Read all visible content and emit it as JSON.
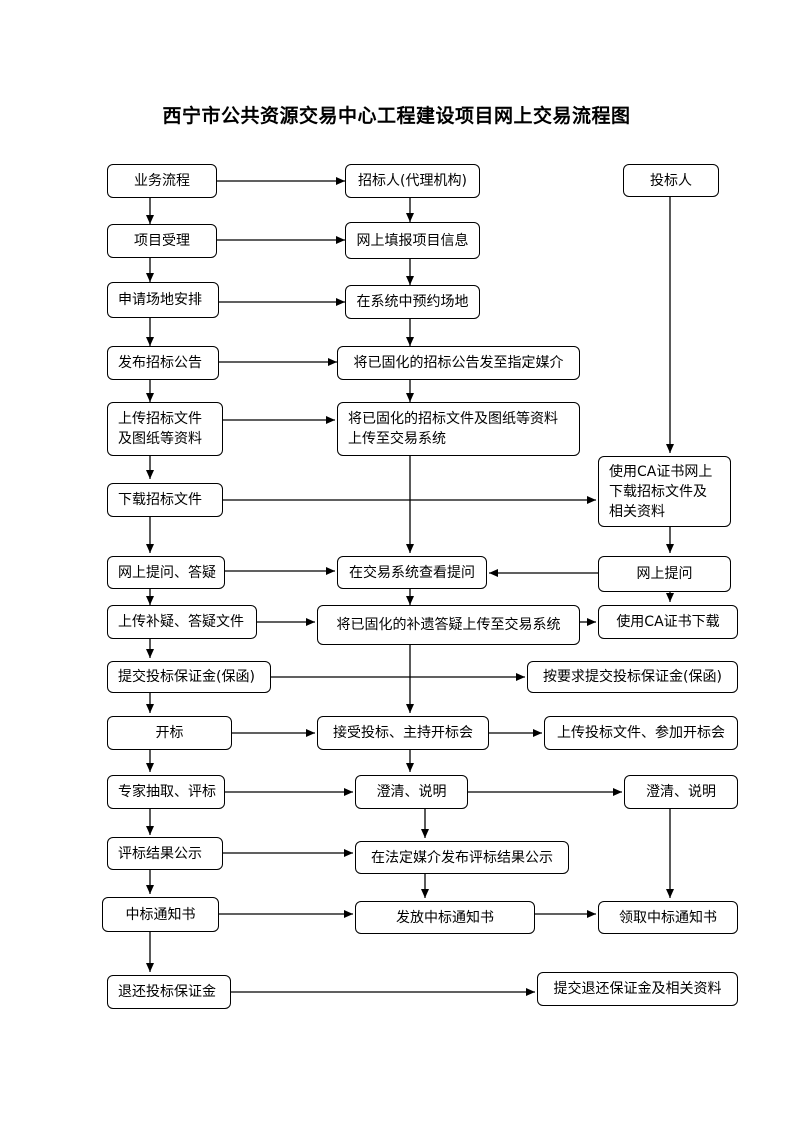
{
  "title": "西宁市公共资源交易中心工程建设项目网上交易流程图",
  "columns": {
    "business": [
      "业务流程",
      "项目受理",
      "申请场地安排",
      "发布招标公告",
      "上传招标文件\n及图纸等资料",
      "下载招标文件",
      "网上提问、答疑",
      "上传补疑、答疑文件",
      "提交投标保证金(保函)",
      "开标",
      "专家抽取、评标",
      "评标结果公示",
      "中标通知书",
      "退还投标保证金"
    ],
    "tenderer": [
      "招标人(代理机构)",
      "网上填报项目信息",
      "在系统中预约场地",
      "将已固化的招标公告发至指定媒介",
      "将已固化的招标文件及图纸等资料\n上传至交易系统",
      "在交易系统查看提问",
      "将已固化的补遗答疑上传至交易系统",
      "接受投标、主持开标会",
      "澄清、说明",
      "在法定媒介发布评标结果公示",
      "发放中标通知书"
    ],
    "bidder": [
      "投标人",
      "使用CA证书网上\n下载招标文件及\n相关资料",
      "网上提问",
      "使用CA证书下载",
      "按要求提交投标保证金(保函)",
      "上传投标文件、参加开标会",
      "澄清、说明",
      "领取中标通知书",
      "提交退还保证金及相关资料"
    ]
  }
}
